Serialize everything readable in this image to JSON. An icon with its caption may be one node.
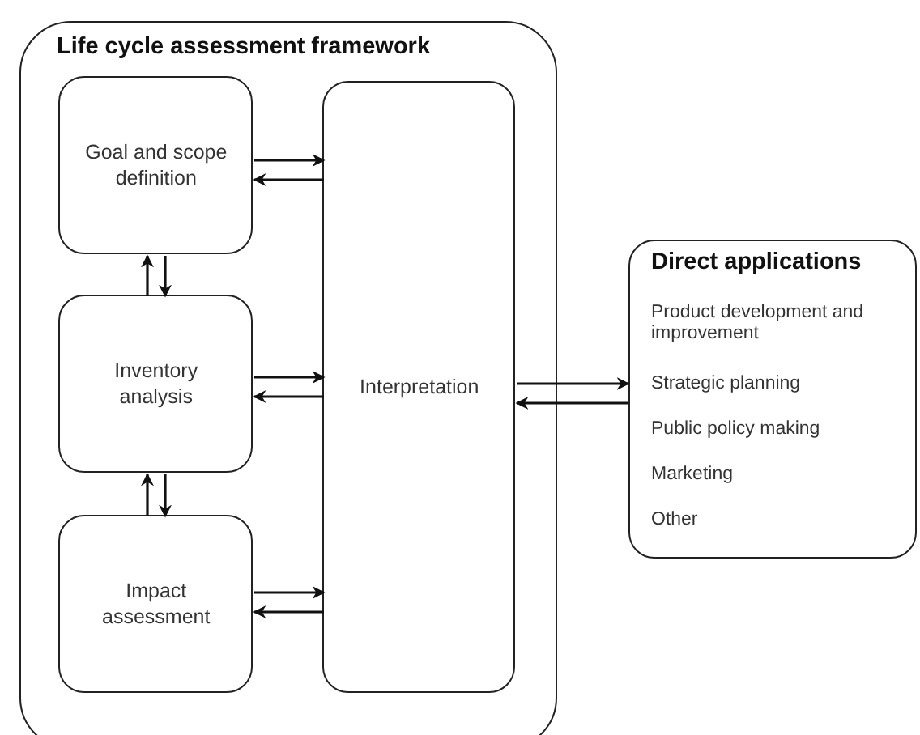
{
  "diagram": {
    "nodes": [
      {
        "text": [
          "Life cycle assessment framework"
        ]
      },
      {
        "text": [
          "Goal and scope definition"
        ],
        "in": 0
      },
      {
        "text": [
          "Inventory analysis"
        ],
        "in": 0
      },
      {
        "text": [
          "Impact assessment"
        ],
        "in": 0
      },
      {
        "text": [
          "Interpretation"
        ],
        "in": 0
      },
      {
        "text": [
          "Direct applications",
          "Product development and improvement",
          "Strategic planning",
          "Public policy making",
          "Marketing",
          "Other"
        ]
      }
    ],
    "edges": [
      {
        "from": 1,
        "to": 4,
        "arrow": "to"
      },
      {
        "from": 4,
        "to": 1,
        "arrow": "to"
      },
      {
        "from": 1,
        "to": 2,
        "arrow": "to"
      },
      {
        "from": 2,
        "to": 1,
        "arrow": "to"
      },
      {
        "from": 2,
        "to": 4,
        "arrow": "to"
      },
      {
        "from": 4,
        "to": 2,
        "arrow": "to"
      },
      {
        "from": 2,
        "to": 3,
        "arrow": "to"
      },
      {
        "from": 3,
        "to": 2,
        "arrow": "to"
      },
      {
        "from": 3,
        "to": 4,
        "arrow": "to"
      },
      {
        "from": 4,
        "to": 3,
        "arrow": "to"
      },
      {
        "from": 4,
        "to": 5,
        "arrow": "to"
      },
      {
        "from": 5,
        "to": 4,
        "arrow": "to"
      }
    ]
  }
}
